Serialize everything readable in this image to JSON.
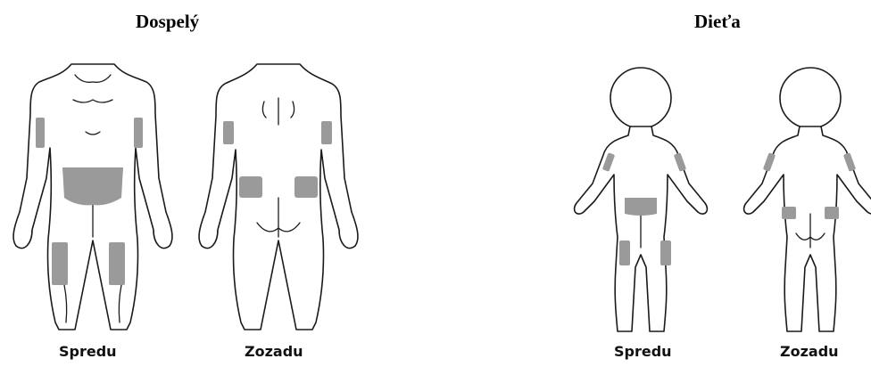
{
  "groups": {
    "adult": {
      "title": "Dospelý",
      "front_label": "Spredu",
      "back_label": "Zozadu"
    },
    "child": {
      "title": "Dieťa",
      "front_label": "Spredu",
      "back_label": "Zozadu"
    }
  },
  "colors": {
    "injection_site": "#9a9a9a",
    "outline": "#1a1a1a"
  }
}
